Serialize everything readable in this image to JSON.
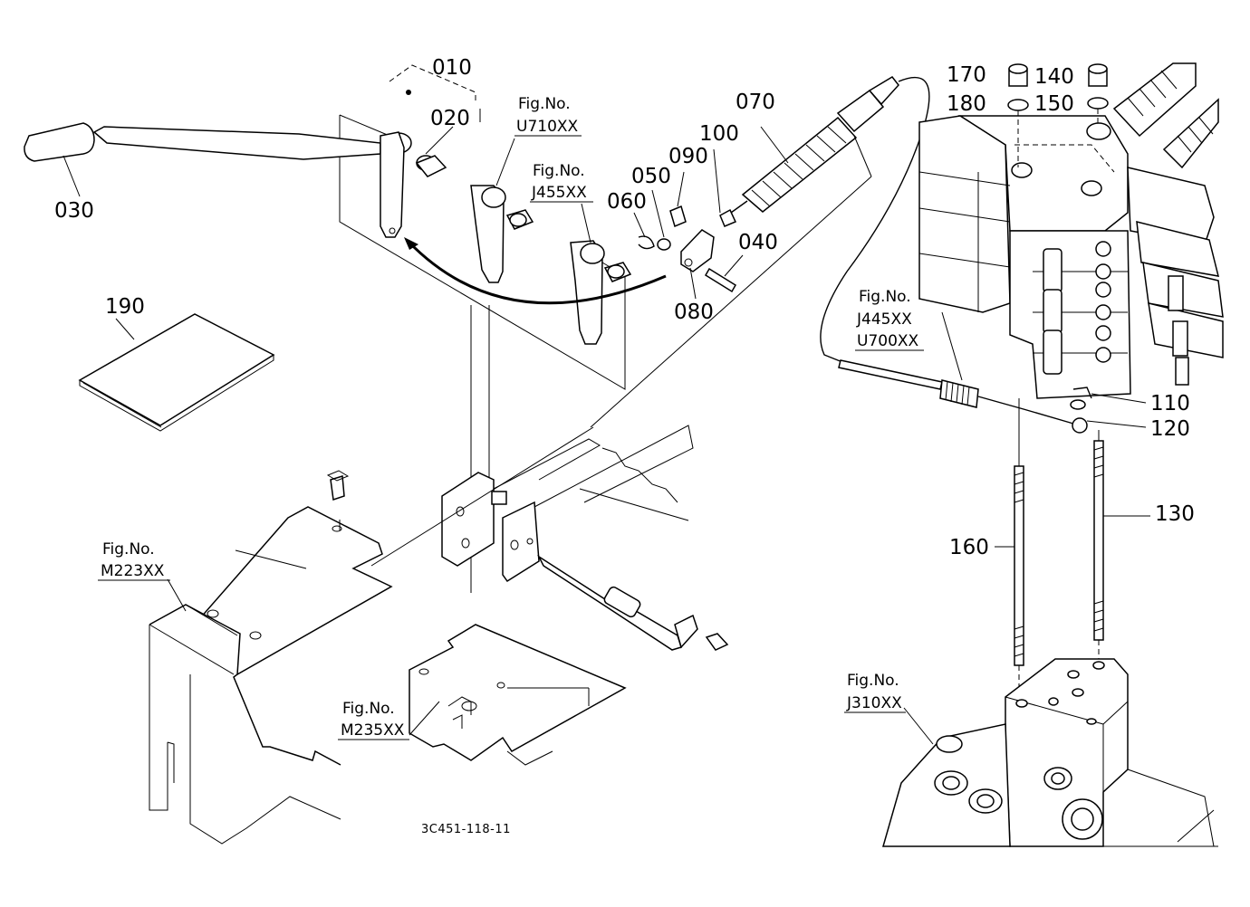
{
  "diagram": {
    "drawing_code": "3C451-118-11",
    "part_labels": {
      "p010": "010",
      "p020": "020",
      "p030": "030",
      "p040": "040",
      "p050": "050",
      "p060": "060",
      "p070": "070",
      "p080": "080",
      "p090": "090",
      "p100": "100",
      "p110": "110",
      "p120": "120",
      "p130": "130",
      "p140": "140",
      "p150": "150",
      "p160": "160",
      "p170": "170",
      "p180": "180",
      "p190": "190"
    },
    "figure_refs": {
      "fig_prefix": "Fig.No.",
      "u710": "U710XX",
      "j455": "J455XX",
      "j445": "J445XX",
      "u700": "U700XX",
      "m223": "M223XX",
      "m235": "M235XX",
      "j310": "J310XX"
    }
  }
}
